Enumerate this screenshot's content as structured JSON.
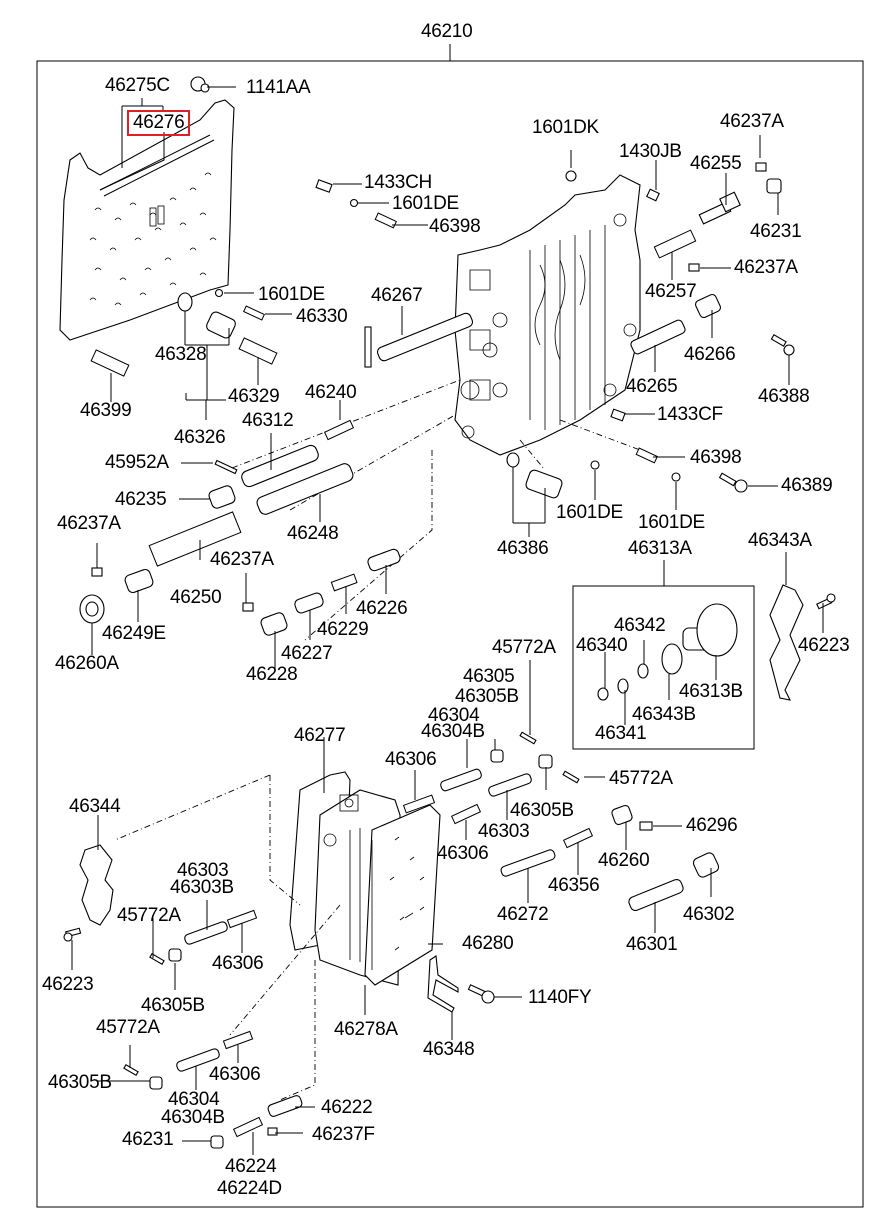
{
  "diagram": {
    "title": "46210",
    "highlight_color": "#e02020",
    "highlighted_part": "46276",
    "labels": [
      {
        "id": "46210",
        "text": "46210"
      },
      {
        "id": "46275C",
        "text": "46275C"
      },
      {
        "id": "1141AA",
        "text": "1141AA"
      },
      {
        "id": "46276",
        "text": "46276"
      },
      {
        "id": "1601DK",
        "text": "1601DK"
      },
      {
        "id": "46237A_1",
        "text": "46237A"
      },
      {
        "id": "1430JB",
        "text": "1430JB"
      },
      {
        "id": "46255",
        "text": "46255"
      },
      {
        "id": "1433CH",
        "text": "1433CH"
      },
      {
        "id": "1601DE_1",
        "text": "1601DE"
      },
      {
        "id": "46398_1",
        "text": "46398"
      },
      {
        "id": "46231_1",
        "text": "46231"
      },
      {
        "id": "46237A_2",
        "text": "46237A"
      },
      {
        "id": "1601DE_2",
        "text": "1601DE"
      },
      {
        "id": "46267",
        "text": "46267"
      },
      {
        "id": "46257",
        "text": "46257"
      },
      {
        "id": "46330",
        "text": "46330"
      },
      {
        "id": "46328",
        "text": "46328"
      },
      {
        "id": "46266",
        "text": "46266"
      },
      {
        "id": "46388",
        "text": "46388"
      },
      {
        "id": "46399",
        "text": "46399"
      },
      {
        "id": "46329",
        "text": "46329"
      },
      {
        "id": "46240",
        "text": "46240"
      },
      {
        "id": "46265",
        "text": "46265"
      },
      {
        "id": "46326",
        "text": "46326"
      },
      {
        "id": "46312",
        "text": "46312"
      },
      {
        "id": "1433CF",
        "text": "1433CF"
      },
      {
        "id": "46398_2",
        "text": "46398"
      },
      {
        "id": "45952A",
        "text": "45952A"
      },
      {
        "id": "46389",
        "text": "46389"
      },
      {
        "id": "46235",
        "text": "46235"
      },
      {
        "id": "46248",
        "text": "46248"
      },
      {
        "id": "1601DE_3",
        "text": "1601DE"
      },
      {
        "id": "1601DE_4",
        "text": "1601DE"
      },
      {
        "id": "46237A_3",
        "text": "46237A"
      },
      {
        "id": "46386",
        "text": "46386"
      },
      {
        "id": "46313A",
        "text": "46313A"
      },
      {
        "id": "46343A",
        "text": "46343A"
      },
      {
        "id": "46237A_4",
        "text": "46237A"
      },
      {
        "id": "46250",
        "text": "46250"
      },
      {
        "id": "46226",
        "text": "46226"
      },
      {
        "id": "46249E",
        "text": "46249E"
      },
      {
        "id": "46229",
        "text": "46229"
      },
      {
        "id": "46342",
        "text": "46342"
      },
      {
        "id": "46340",
        "text": "46340"
      },
      {
        "id": "46223_1",
        "text": "46223"
      },
      {
        "id": "46227",
        "text": "46227"
      },
      {
        "id": "46260A",
        "text": "46260A"
      },
      {
        "id": "46228",
        "text": "46228"
      },
      {
        "id": "46313B",
        "text": "46313B"
      },
      {
        "id": "45772A_1",
        "text": "45772A"
      },
      {
        "id": "46343B",
        "text": "46343B"
      },
      {
        "id": "46305",
        "text": "46305"
      },
      {
        "id": "46305B_1",
        "text": "46305B"
      },
      {
        "id": "46341",
        "text": "46341"
      },
      {
        "id": "46304_1",
        "text": "46304"
      },
      {
        "id": "46304B_1",
        "text": "46304B"
      },
      {
        "id": "46277",
        "text": "46277"
      },
      {
        "id": "46306_1",
        "text": "46306"
      },
      {
        "id": "45772A_2",
        "text": "45772A"
      },
      {
        "id": "46344",
        "text": "46344"
      },
      {
        "id": "46305B_2",
        "text": "46305B"
      },
      {
        "id": "46303_1",
        "text": "46303"
      },
      {
        "id": "46296",
        "text": "46296"
      },
      {
        "id": "46306_2",
        "text": "46306"
      },
      {
        "id": "46260",
        "text": "46260"
      },
      {
        "id": "46303_2",
        "text": "46303"
      },
      {
        "id": "46303B",
        "text": "46303B"
      },
      {
        "id": "46356",
        "text": "46356"
      },
      {
        "id": "45772A_3",
        "text": "45772A"
      },
      {
        "id": "46272",
        "text": "46272"
      },
      {
        "id": "46302",
        "text": "46302"
      },
      {
        "id": "46306_3",
        "text": "46306"
      },
      {
        "id": "46280",
        "text": "46280"
      },
      {
        "id": "46301",
        "text": "46301"
      },
      {
        "id": "46223_2",
        "text": "46223"
      },
      {
        "id": "46305B_3",
        "text": "46305B"
      },
      {
        "id": "1140FY",
        "text": "1140FY"
      },
      {
        "id": "45772A_4",
        "text": "45772A"
      },
      {
        "id": "46278A",
        "text": "46278A"
      },
      {
        "id": "46348",
        "text": "46348"
      },
      {
        "id": "46306_4",
        "text": "46306"
      },
      {
        "id": "46305B_4",
        "text": "46305B"
      },
      {
        "id": "46304_2",
        "text": "46304"
      },
      {
        "id": "46222",
        "text": "46222"
      },
      {
        "id": "46304B_2",
        "text": "46304B"
      },
      {
        "id": "46231_2",
        "text": "46231"
      },
      {
        "id": "46237F",
        "text": "46237F"
      },
      {
        "id": "46224",
        "text": "46224"
      },
      {
        "id": "46224D",
        "text": "46224D"
      }
    ]
  }
}
